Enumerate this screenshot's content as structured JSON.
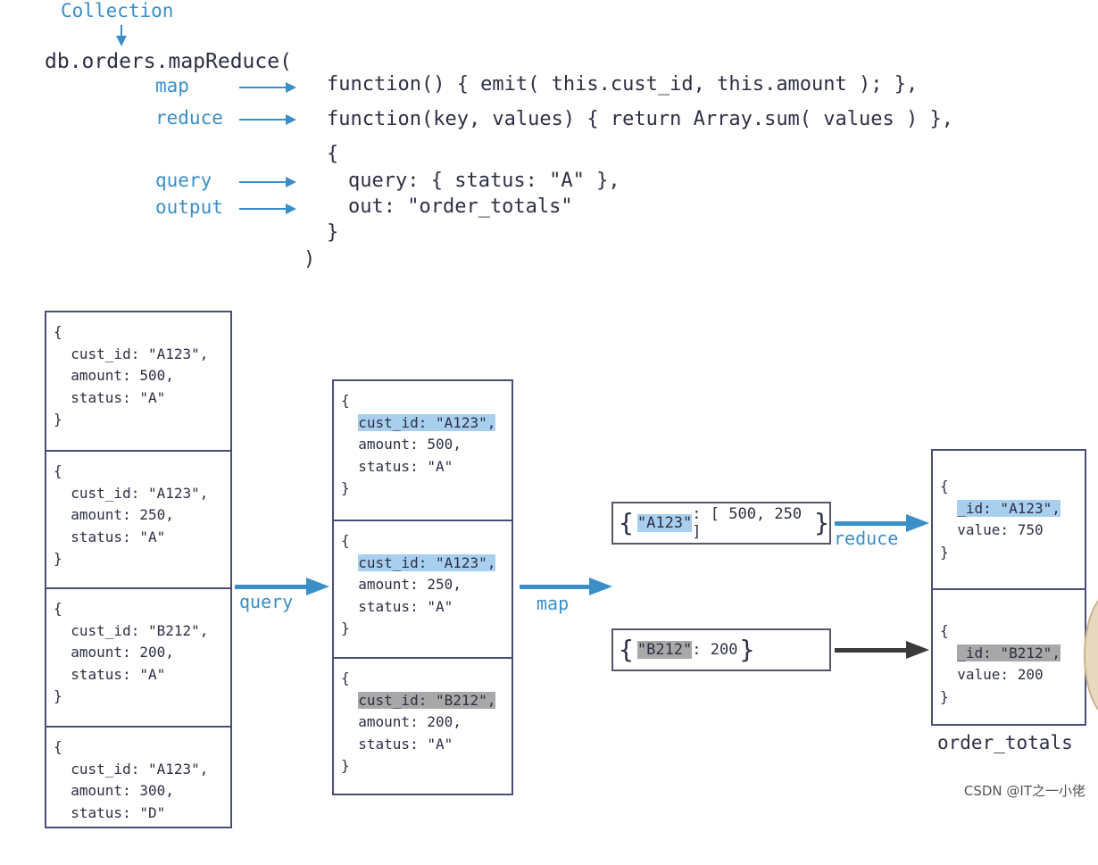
{
  "header": {
    "collection_label": "Collection",
    "call_open": "db.orders.mapReduce(",
    "call_close": ")"
  },
  "params": [
    {
      "label": "map",
      "code": "function() { emit( this.cust_id, this.amount ); },"
    },
    {
      "label": "reduce",
      "code": "function(key, values) { return Array.sum( values ) },"
    },
    {
      "label": "query",
      "code": "query: { status: \"A\" },"
    },
    {
      "label": "output",
      "code": "out: \"order_totals\""
    }
  ],
  "options_open": "{",
  "options_close": "}",
  "orders": [
    {
      "cust_id": "cust_id: \"A123\",",
      "amount": "amount: 500,",
      "status": "status: \"A\""
    },
    {
      "cust_id": "cust_id: \"A123\",",
      "amount": "amount: 250,",
      "status": "status: \"A\""
    },
    {
      "cust_id": "cust_id: \"B212\",",
      "amount": "amount: 200,",
      "status": "status: \"A\""
    },
    {
      "cust_id": "cust_id: \"A123\",",
      "amount": "amount: 300,",
      "status": "status: \"D\""
    }
  ],
  "filtered": [
    {
      "cust_id": "cust_id: \"A123\",",
      "amount": "amount: 500,",
      "status": "status: \"A\"",
      "highlight": "blue"
    },
    {
      "cust_id": "cust_id: \"A123\",",
      "amount": "amount: 250,",
      "status": "status: \"A\"",
      "highlight": "blue"
    },
    {
      "cust_id": "cust_id: \"B212\",",
      "amount": "amount: 200,",
      "status": "status: \"A\"",
      "highlight": "gray"
    }
  ],
  "mapped": [
    {
      "key": "\"A123\"",
      "value": ": [ 500, 250 ]",
      "highlight": "blue"
    },
    {
      "key": "\"B212\"",
      "value": ": 200",
      "highlight": "gray"
    }
  ],
  "results": [
    {
      "id": "_id: \"A123\",",
      "value": "value: 750",
      "highlight": "blue"
    },
    {
      "id": "_id: \"B212\",",
      "value": "value: 200",
      "highlight": "gray"
    }
  ],
  "flow_labels": {
    "query": "query",
    "map": "map",
    "reduce": "reduce"
  },
  "output_collection": "order_totals",
  "doc_open": "{",
  "doc_close": "}",
  "watermark": "CSDN @IT之一小佬",
  "colors": {
    "accent": "#3a8fc8",
    "highlight_blue": "#a9cfee",
    "highlight_gray": "#a8a8a8",
    "border": "#4a4f7a"
  }
}
